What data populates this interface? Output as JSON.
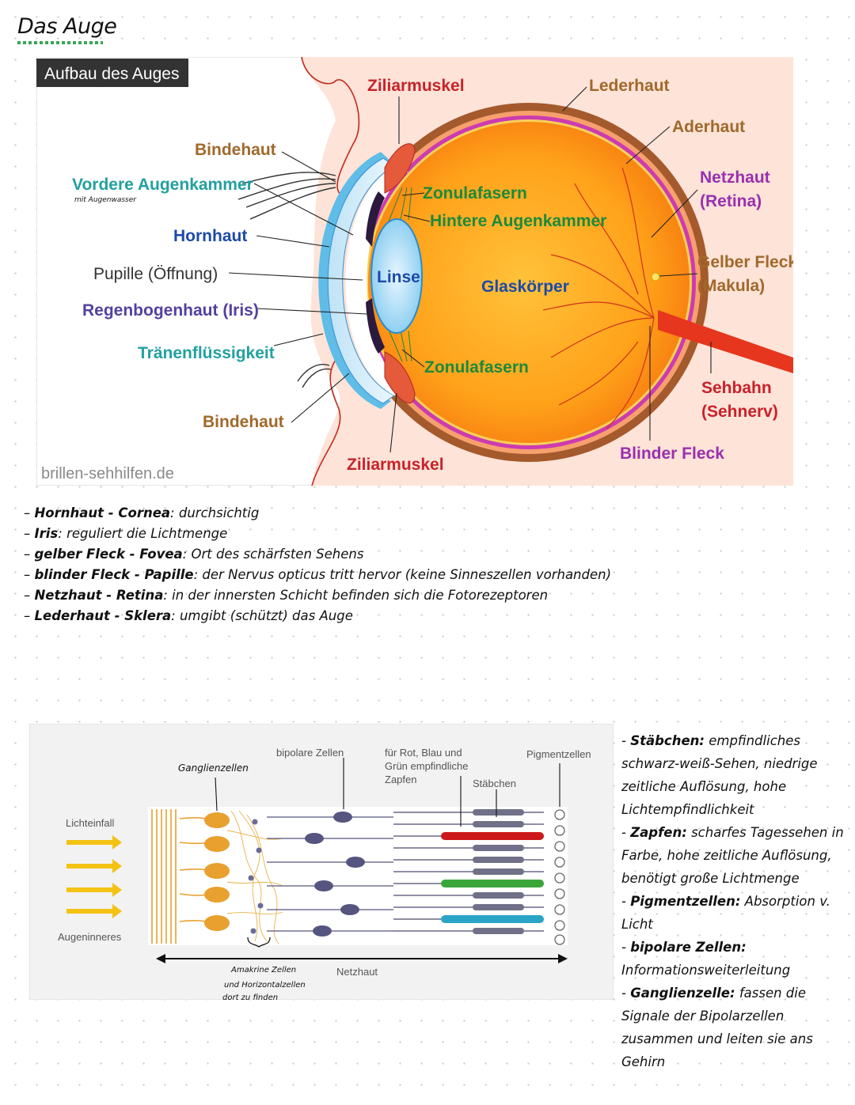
{
  "page_title": "Das Auge",
  "eye": {
    "title": "Aufbau des Auges",
    "source": "brillen-sehhilfen.de",
    "labels": {
      "ziliarmuskel_top": "Ziliarmuskel",
      "ziliarmuskel_bottom": "Ziliarmuskel",
      "lederhaut": "Lederhaut",
      "aderhaut": "Aderhaut",
      "netzhaut_1": "Netzhaut",
      "netzhaut_2": "(Retina)",
      "bindehaut_top": "Bindehaut",
      "bindehaut_bottom": "Bindehaut",
      "vordere_augenkammer": "Vordere Augenkammer",
      "augenwasser_note": "mit Augenwasser",
      "zonulafasern_top": "Zonulafasern",
      "zonulafasern_bottom": "Zonulafasern",
      "hintere_augenkammer": "Hintere Augenkammer",
      "hornhaut": "Hornhaut",
      "pupille": "Pupille (Öffnung)",
      "linse": "Linse",
      "glaskoerper": "Glaskörper",
      "gelber_fleck_1": "Gelber Fleck",
      "gelber_fleck_2": "(Makula)",
      "regenbogenhaut": "Regenbogenhaut (Iris)",
      "traenen": "Tränenflüssigkeit",
      "sehbahn_1": "Sehbahn",
      "sehbahn_2": "(Sehnerv)",
      "blinder_fleck": "Blinder Fleck"
    }
  },
  "notes": [
    {
      "term": "Hornhaut - Cornea",
      "text": ": durchsichtig"
    },
    {
      "term": "Iris",
      "text": ": reguliert die Lichtmenge"
    },
    {
      "term": "gelber Fleck - Fovea",
      "text": ": Ort des schärfsten Sehens"
    },
    {
      "term": "blinder Fleck - Papille",
      "text": ": der Nervus opticus tritt hervor (keine Sinneszellen vorhanden)"
    },
    {
      "term": "Netzhaut - Retina",
      "text": ": in der innersten Schicht befinden sich die Fotorezeptoren"
    },
    {
      "term": "Lederhaut - Sklera",
      "text": ": umgibt (schützt) das Auge"
    }
  ],
  "retina": {
    "labels": {
      "ganglienzellen": "Ganglienzellen",
      "bipolare": "bipolare Zellen",
      "zapfen_1": "für Rot, Blau und",
      "zapfen_2": "Grün empfindliche",
      "zapfen_3": "Zapfen",
      "staebchen": "Stäbchen",
      "pigmentzellen": "Pigmentzellen",
      "lichteinfall": "Lichteinfall",
      "augeninneres": "Augeninneres",
      "netzhaut": "Netzhaut",
      "amakrine_1": "Amakrine Zellen",
      "amakrine_2": "und Horizontalzellen",
      "amakrine_3": "dort zu finden"
    }
  },
  "right_notes": [
    {
      "term": "Stäbchen:",
      "text": "empfindliches schwarz-weiß-Sehen, niedrige zeitliche Auflösung, hohe Lichtempfindlichkeit"
    },
    {
      "term": "Zapfen:",
      "text": "scharfes Tagessehen in Farbe, hohe zeitliche Auflösung, benötigt große Lichtmenge"
    },
    {
      "term": "Pigmentzellen:",
      "text": "Absorption v. Licht"
    },
    {
      "term": "bipolare Zellen:",
      "text": "Informationsweiterleitung"
    },
    {
      "term": "Ganglienzelle:",
      "text": "fassen die Signale der Bipolarzellen zusammen und leiten sie ans Gehirn"
    }
  ],
  "colors": {
    "eye_bg": "#fde3d8",
    "vitreous": "#ffa21a",
    "sclera": "#a45a2c",
    "choroid": "#cd3bb0",
    "lens": "#8fd1f1",
    "nerve": "#e6361d",
    "label_brown": "#a0692b",
    "label_red": "#c8222a",
    "label_green": "#1b8a3a",
    "label_teal": "#23a0a0",
    "label_blue": "#1d4aa8",
    "label_purple": "#9b2fae"
  }
}
